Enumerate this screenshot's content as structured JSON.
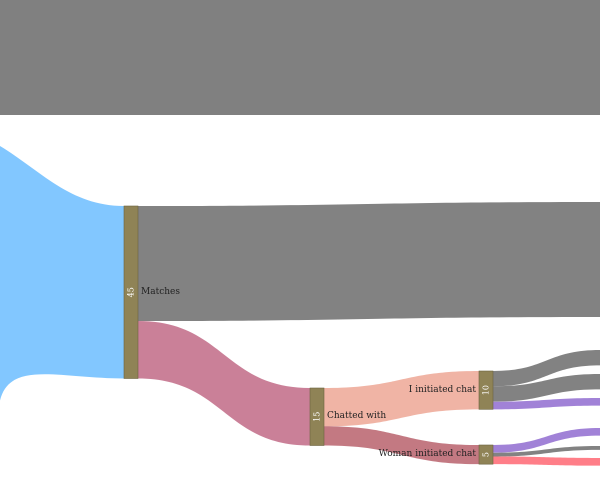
{
  "chart_data": {
    "type": "sankey",
    "colors": {
      "node": "#8f8356",
      "node_stroke": "#6b6340",
      "link_gray": "#808080",
      "link_blue": "#80c6ff",
      "link_pink": "#c97d96",
      "link_salmon": "#f0b3a3",
      "link_rose": "#c27680",
      "link_purple": "#9f7fd6",
      "link_red": "#ff7b86"
    },
    "nodes": [
      {
        "id": "matches",
        "label": "Matches",
        "value": 45,
        "value_text": "45"
      },
      {
        "id": "chatted",
        "label": "Chatted with",
        "value": 15,
        "value_text": "15"
      },
      {
        "id": "i_initiated",
        "label": "I initiated chat",
        "value": 10,
        "value_text": "10"
      },
      {
        "id": "woman_initiated",
        "label": "Woman initiated chat",
        "value": 5,
        "value_text": "5"
      }
    ],
    "links": [
      {
        "source": "",
        "target": "",
        "value": 30,
        "color": "#808080"
      },
      {
        "source": "",
        "target": "matches",
        "value": 45,
        "color": "#80c6ff"
      },
      {
        "source": "matches",
        "target": "",
        "value": 30,
        "color": "#808080"
      },
      {
        "source": "matches",
        "target": "chatted",
        "value": 15,
        "color": "#c97d96"
      },
      {
        "source": "chatted",
        "target": "i_initiated",
        "value": 10,
        "color": "#f0b3a3"
      },
      {
        "source": "chatted",
        "target": "woman_initiated",
        "value": 5,
        "color": "#c27680"
      },
      {
        "source": "i_initiated",
        "target": "",
        "value": 4,
        "color": "#808080"
      },
      {
        "source": "i_initiated",
        "target": "",
        "value": 4,
        "color": "#808080"
      },
      {
        "source": "i_initiated",
        "target": "",
        "value": 2,
        "color": "#9f7fd6"
      },
      {
        "source": "woman_initiated",
        "target": "",
        "value": 2,
        "color": "#9f7fd6"
      },
      {
        "source": "woman_initiated",
        "target": "",
        "value": 1,
        "color": "#808080"
      },
      {
        "source": "woman_initiated",
        "target": "",
        "value": 2,
        "color": "#ff7b86"
      }
    ]
  }
}
